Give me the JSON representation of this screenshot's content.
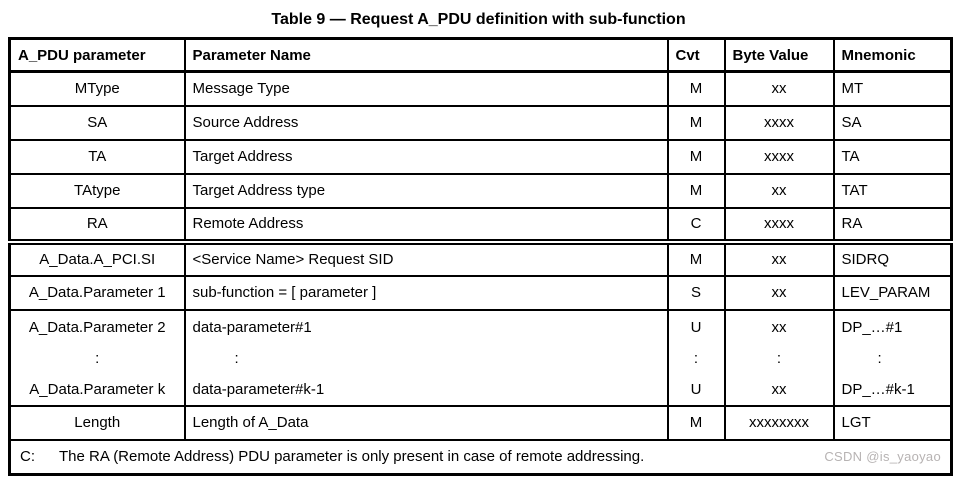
{
  "title": "Table 9 — Request A_PDU definition with sub-function",
  "table": {
    "headers": {
      "param": "A_PDU parameter",
      "name": "Parameter Name",
      "cvt": "Cvt",
      "byte_value": "Byte Value",
      "mnemonic": "Mnemonic"
    },
    "rows": [
      {
        "param": "MType",
        "name": "Message Type",
        "cvt": "M",
        "byte_value": "xx",
        "mnemonic": "MT"
      },
      {
        "param": "SA",
        "name": "Source Address",
        "cvt": "M",
        "byte_value": "xxxx",
        "mnemonic": "SA"
      },
      {
        "param": "TA",
        "name": "Target Address",
        "cvt": "M",
        "byte_value": "xxxx",
        "mnemonic": "TA"
      },
      {
        "param": "TAtype",
        "name": "Target Address type",
        "cvt": "M",
        "byte_value": "xx",
        "mnemonic": "TAT"
      },
      {
        "param": "RA",
        "name": "Remote Address",
        "cvt": "C",
        "byte_value": "xxxx",
        "mnemonic": "RA"
      },
      {
        "param": "A_Data.A_PCI.SI",
        "name": "<Service Name> Request SID",
        "cvt": "M",
        "byte_value": "xx",
        "mnemonic": "SIDRQ"
      },
      {
        "param": "A_Data.Parameter 1",
        "name": "sub-function = [ parameter ]",
        "cvt": "S",
        "byte_value": "xx",
        "mnemonic": "LEV_PARAM"
      }
    ],
    "block": {
      "lines": [
        {
          "param": "A_Data.Parameter 2",
          "name": "data-parameter#1",
          "cvt": "U",
          "byte_value": "xx",
          "mnemonic": "DP_…#1"
        },
        {
          "param": ":",
          "name": ":",
          "cvt": ":",
          "byte_value": ":",
          "mnemonic": ":"
        },
        {
          "param": "A_Data.Parameter k",
          "name": "data-parameter#k-1",
          "cvt": "U",
          "byte_value": "xx",
          "mnemonic": "DP_…#k-1"
        }
      ]
    },
    "length_row": {
      "param": "Length",
      "name": "Length of A_Data",
      "cvt": "M",
      "byte_value": "xxxxxxxx",
      "mnemonic": "LGT"
    },
    "footnote": {
      "label": "C:",
      "text": "The RA (Remote Address) PDU parameter is only present in case of remote addressing."
    }
  },
  "watermark": "CSDN @is_yaoyao",
  "colors": {
    "border": "#000000",
    "text": "#000000",
    "watermark": "#b7b3b3",
    "background": "#ffffff"
  }
}
